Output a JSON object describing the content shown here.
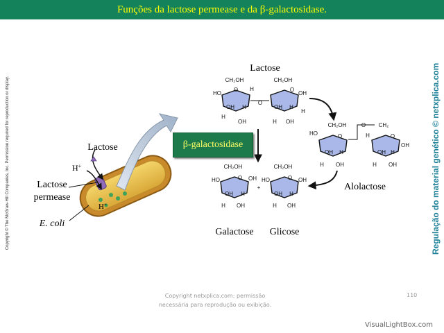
{
  "title": "Funções da lactose permease e da β-galactosidase.",
  "copyright_vertical": "Copyright © The McGraw-Hill Companies, Inc. Permission required for reproduction or display.",
  "site_vertical": "Regulação do material genético © netxplica.com",
  "labels": {
    "lactose_top": "Lactose",
    "lactose_cell": "Lactose",
    "lactose_permease_1": "Lactose",
    "lactose_permease_2": "permease",
    "ecoli": "E. coli",
    "h_plus_out": "H+",
    "h_plus_in": "H+",
    "enzyme": "β-galactosidase",
    "allolactose": "Alolactose",
    "galactose": "Galactose",
    "glucose": "Glicose",
    "plus": "+"
  },
  "ring_atoms": {
    "ch2oh": "CH₂OH",
    "oh": "OH",
    "h": "H",
    "o": "O",
    "ch2": "CH₂"
  },
  "footer": {
    "line1": "Copyright netxplica.com: permissão",
    "line2": "necessária para reprodução ou exibição.",
    "page": "110"
  },
  "watermark": "VisualLightBox.com",
  "colors": {
    "title_bg": "#14825a",
    "title_text": "#ffff00",
    "ring_fill": "#a9b8e8",
    "enzyme_bg": "#1d7a4a",
    "enzyme_text": "#ffff66",
    "site_text": "#1a7f97"
  }
}
